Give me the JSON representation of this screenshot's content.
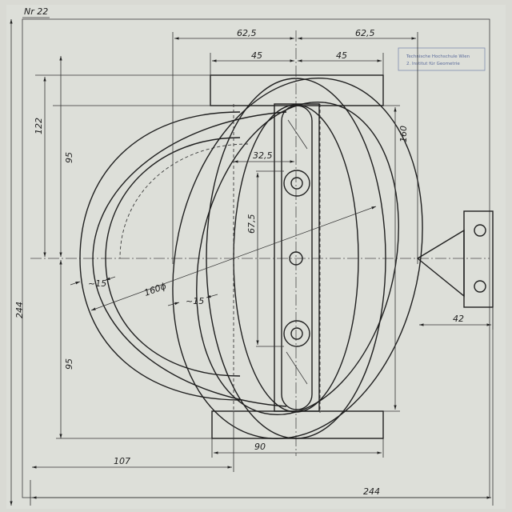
{
  "sheet_number": "Nr 22",
  "stamp": {
    "line1": "Technische Hochschule Wien",
    "line2": "2. Institut für Geometrie"
  },
  "dimensions": {
    "top_left_half_width": "62,5",
    "top_right_half_width": "62,5",
    "top_left_inner": "45",
    "top_right_inner": "45",
    "left_upper_122": "122",
    "left_upper_95": "95",
    "left_lower_95": "95",
    "right_height": "160",
    "slot_width": "32,5",
    "slot_offset": "67,5",
    "diameter": "160ϕ",
    "ring_width_left": "~15",
    "ring_width_right": "~15",
    "bracket_offset": "42",
    "bottom_plate": "90",
    "bottom_left": "107",
    "overall_width": "244",
    "overall_height": "244"
  },
  "colors": {
    "paper": "#d9dad4",
    "ink": "#2b2b2b",
    "stamp": "#5a6a9a"
  }
}
